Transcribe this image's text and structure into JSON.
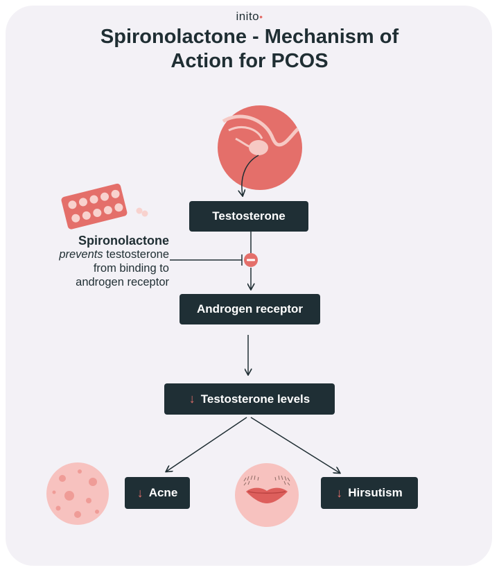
{
  "header": {
    "brand": "inito",
    "title_line1": "Spironolactone - Mechanism of",
    "title_line2": "Action for PCOS"
  },
  "flow": {
    "testosterone": "Testosterone",
    "androgen_receptor": "Androgen receptor",
    "testosterone_levels": "Testosterone levels",
    "acne": "Acne",
    "hirsutism": "Hirsutism",
    "down_arrow": "↓"
  },
  "note": {
    "drug": "Spironolactone",
    "verb": "prevents",
    "rest_line1": " testosterone",
    "line2": "from binding to",
    "line3": "androgen receptor"
  },
  "colors": {
    "accent": "#e46f6a",
    "box": "#1f2f35",
    "background": "#f3f1f6"
  }
}
